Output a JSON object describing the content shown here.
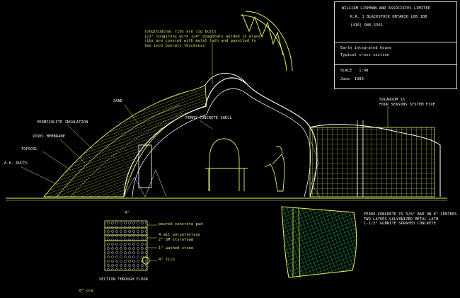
{
  "title_block": {
    "company": "WILLIAM LISHMAN AND ASSOCIATES LIMITED",
    "address": "R.R. 1 BLACKSTOCK ONTARIO L0B 1B0",
    "phone": "(416) 986 5361",
    "project_line1": "Earth integrated house",
    "project_line2": "Typical cross section",
    "scale": "SCALE   1:48",
    "date": "June  1980"
  },
  "notes": {
    "ribs": "longitudinal ribs are jig built\n1/2\" longirons with 1/4\" diagonals welded in place\nribs are covered with metal lath and gunnited to\ntwo inch overall thickness",
    "sand": "SAND",
    "vermiculite": "VERMICULITE INSULATION",
    "membrane": "VINYL MEMBRANE",
    "topsoil": "TOPSOIL",
    "ducts": "A.H. DUCTS",
    "shell": "FERRO CONCRETE SHELL",
    "solarium": "SOLARIUM IS\nFOUR SEASONS SYSTEM FIVE"
  },
  "floor_section": {
    "dim": "4\"",
    "pad": "poured concrete pad",
    "poly": "4 mil polyethylene\n2\" SM styrofoam",
    "stone": "1\" washed stone",
    "tile": "4\" tile",
    "caption": "SECTION THROUGH FLOOR",
    "width_dim": "8\" o/a"
  },
  "ferro_note": "FERRO-CONCRETE IS 3/8\" BAR ON 8\" CENTRES\nTWO LAYERS GALVANIZED METAL LATH\n1-1/2\" GUNNITE SPRAYED CONCRETE",
  "colors": {
    "yellow": "#e8f060",
    "white": "#f4f4f4",
    "green": "#2fd05a",
    "cyan": "#7ee8f0"
  }
}
